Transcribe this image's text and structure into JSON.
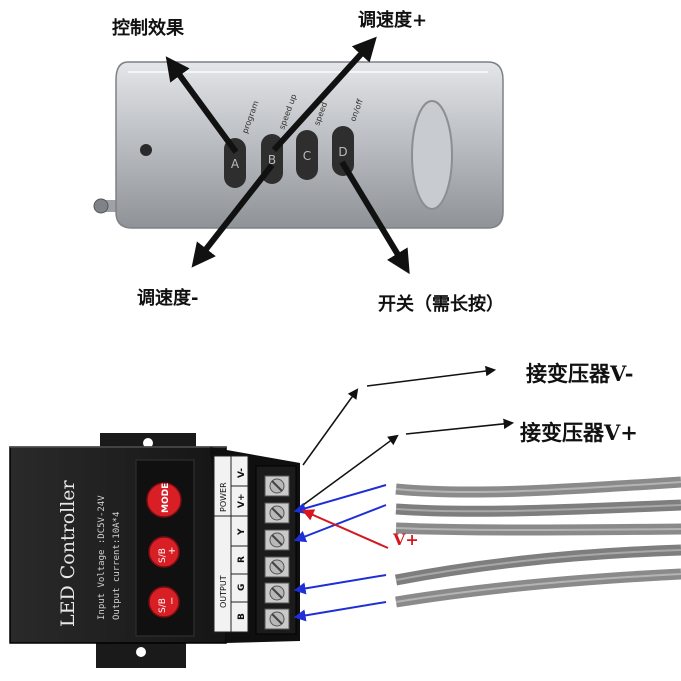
{
  "remote": {
    "buttons": [
      {
        "letter": "A",
        "tag": "program",
        "action": "控制效果"
      },
      {
        "letter": "B",
        "tag": "speed up",
        "action": "调速度+"
      },
      {
        "letter": "C",
        "tag": "speed",
        "action": "调速度-"
      },
      {
        "letter": "D",
        "tag": "on/off",
        "action": "开关（需长按）"
      }
    ]
  },
  "controller": {
    "title": "LED Controller",
    "input_voltage": "Input Voltage :DC5V-24V",
    "output_current": "Output current:10A*4",
    "buttons": [
      {
        "label": "MODE"
      },
      {
        "label": "S/B",
        "sub": "+"
      },
      {
        "label": "S/B",
        "sub": "−"
      }
    ],
    "power_header": "POWER",
    "output_header": "OUTPUT",
    "terminals": [
      "V-",
      "V+",
      "Y",
      "R",
      "G",
      "B"
    ]
  },
  "wiring": {
    "to_vminus": "接变压器V-",
    "to_vplus": "接变压器V+",
    "vplus_marker": "V+"
  },
  "colors": {
    "arrow_black": "#111111",
    "arrow_blue": "#1f2fd6",
    "arrow_red": "#d6171f",
    "remote_body": "#b9bcc0",
    "controller_body": "#1c1c1c",
    "button_red": "#d81f26",
    "cable_gray": "#8a8a8a"
  }
}
